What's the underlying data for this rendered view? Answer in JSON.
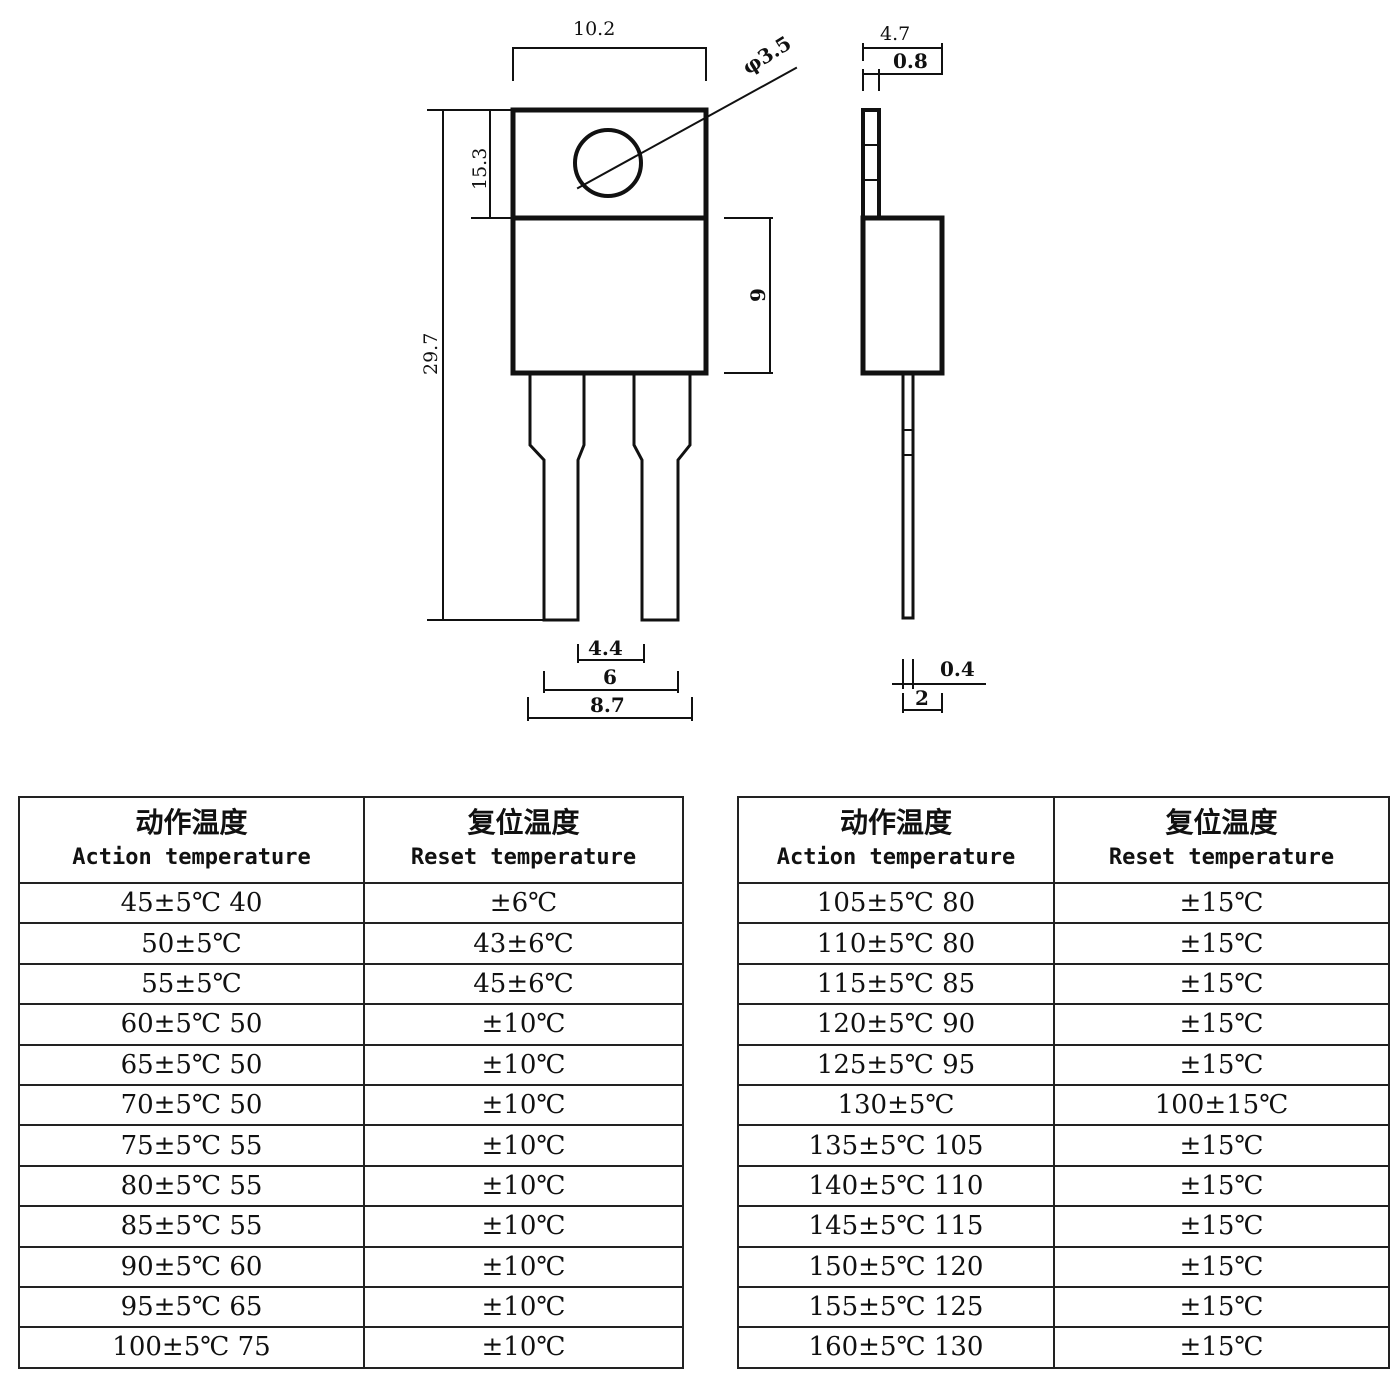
{
  "dimensions": {
    "top_width": "10.2",
    "hole_diameter": "φ3.5",
    "tab_height": "15.3",
    "total_height": "29.7",
    "body_height": "9",
    "side_depth": "4.7",
    "tab_thickness": "0.8",
    "pin_spacing_inner": "4.4",
    "pin_spacing_mid": "6",
    "pin_spacing_outer": "8.7",
    "lead_thickness": "0.4",
    "lead_offset": "2"
  },
  "table": {
    "header_cn_action": "动作温度",
    "header_en_action": "Action temperature",
    "header_cn_reset": "复位温度",
    "header_en_reset": "Reset temperature",
    "left_rows": [
      {
        "action": "45±5℃ 40",
        "reset": "±6℃"
      },
      {
        "action": "50±5℃",
        "reset": "43±6℃"
      },
      {
        "action": "55±5℃",
        "reset": "45±6℃"
      },
      {
        "action": "60±5℃ 50",
        "reset": "±10℃"
      },
      {
        "action": "65±5℃ 50",
        "reset": "±10℃"
      },
      {
        "action": "70±5℃ 50",
        "reset": "±10℃"
      },
      {
        "action": "75±5℃ 55",
        "reset": "±10℃"
      },
      {
        "action": "80±5℃ 55",
        "reset": "±10℃"
      },
      {
        "action": "85±5℃ 55",
        "reset": "±10℃"
      },
      {
        "action": "90±5℃ 60",
        "reset": "±10℃"
      },
      {
        "action": "95±5℃ 65",
        "reset": "±10℃"
      },
      {
        "action": "100±5℃ 75",
        "reset": "±10℃"
      }
    ],
    "right_rows": [
      {
        "action": "105±5℃ 80",
        "reset": "±15℃"
      },
      {
        "action": "110±5℃ 80",
        "reset": "±15℃"
      },
      {
        "action": "115±5℃ 85",
        "reset": "±15℃"
      },
      {
        "action": "120±5℃ 90",
        "reset": "±15℃"
      },
      {
        "action": "125±5℃ 95",
        "reset": "±15℃"
      },
      {
        "action": "130±5℃",
        "reset": "100±15℃"
      },
      {
        "action": "135±5℃ 105",
        "reset": "±15℃"
      },
      {
        "action": "140±5℃ 110",
        "reset": "±15℃"
      },
      {
        "action": "145±5℃ 115",
        "reset": "±15℃"
      },
      {
        "action": "150±5℃ 120",
        "reset": "±15℃"
      },
      {
        "action": "155±5℃ 125",
        "reset": "±15℃"
      },
      {
        "action": "160±5℃ 130",
        "reset": "±15℃"
      }
    ]
  }
}
